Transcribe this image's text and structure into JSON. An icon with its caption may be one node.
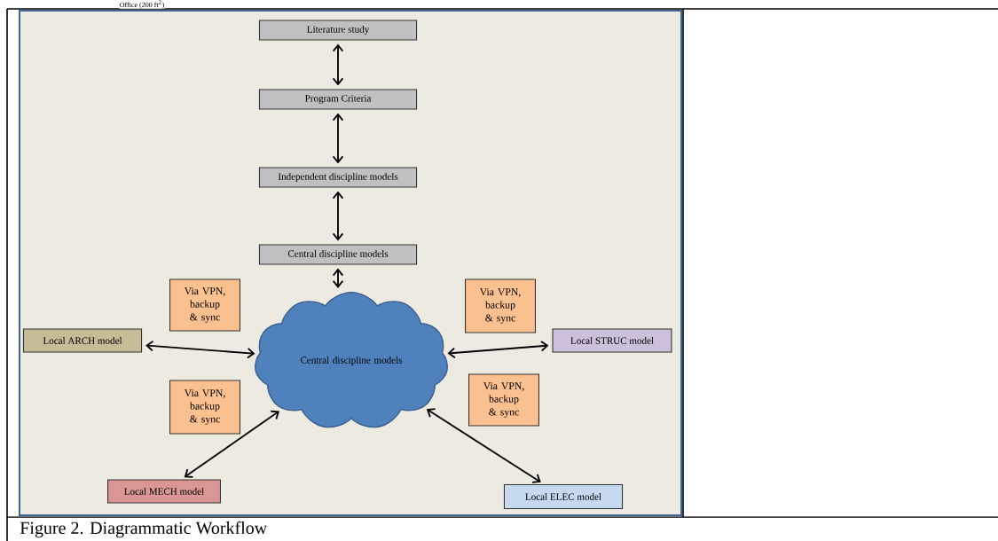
{
  "diagram": {
    "caption": "Figure 2. Diagrammatic Workflow",
    "nodes": [
      {
        "text": [
          "Literature study"
        ]
      },
      {
        "text": [
          "Program Criteria"
        ]
      },
      {
        "text": [
          "Independent  discipline models"
        ]
      },
      {
        "text": [
          "Central discipline models"
        ]
      },
      {
        "text": [
          "Central discipline models"
        ]
      },
      {
        "text": [
          "Via VPN, backup & sync"
        ]
      },
      {
        "text": [
          "Via VPN, backup & sync"
        ]
      },
      {
        "text": [
          "Local ARCH model"
        ]
      },
      {
        "text": [
          "Local STRUC model"
        ]
      },
      {
        "text": [
          "Via VPN, backup & sync"
        ]
      },
      {
        "text": [
          "Via VPN, backup & sync"
        ]
      },
      {
        "text": [
          "Local MECH model"
        ]
      },
      {
        "text": [
          "Local ELEC model"
        ]
      }
    ],
    "edges": [
      {
        "from": 0,
        "to": 1,
        "arrow": "both"
      },
      {
        "from": 1,
        "to": 2,
        "arrow": "both"
      },
      {
        "from": 2,
        "to": 3,
        "arrow": "both"
      },
      {
        "from": 3,
        "to": 4,
        "arrow": "both"
      },
      {
        "from": 7,
        "to": 4,
        "arrow": "both"
      },
      {
        "from": 4,
        "to": 8,
        "arrow": "both"
      },
      {
        "from": 4,
        "to": 11,
        "arrow": "both"
      },
      {
        "from": 4,
        "to": 12,
        "arrow": "both"
      }
    ],
    "labels": [
      "Office (200 ft$^{2}$)"
    ]
  }
}
